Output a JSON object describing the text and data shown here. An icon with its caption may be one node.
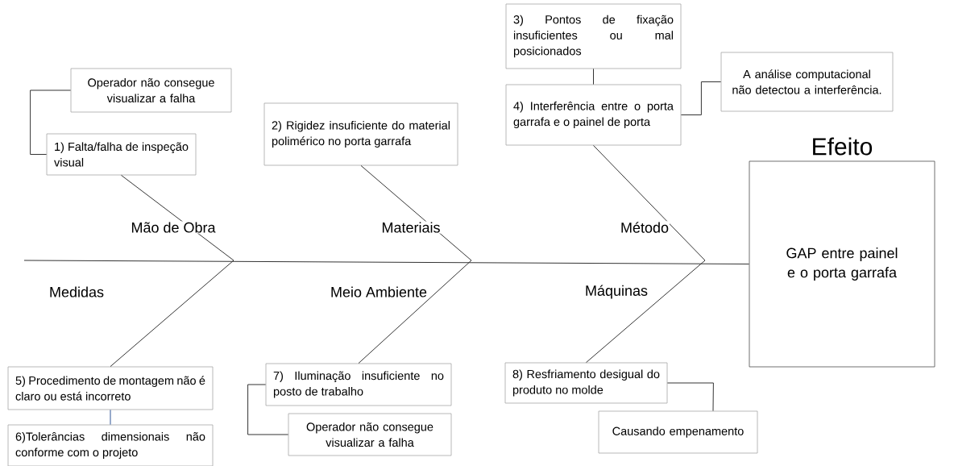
{
  "diagram": {
    "nodes": [
      {
        "text": [
          "Operador não consegue visualizar a falha"
        ]
      },
      {
        "text": [
          "1) Falta/falha de inspeção visual"
        ]
      },
      {
        "text": [
          "2) Rigidez insuficiente do material polimérico no porta garrafa"
        ]
      },
      {
        "text": [
          "3) Pontos de fixação insuficientes ou mal posicionados"
        ]
      },
      {
        "text": [
          "4) Interferência entre o porta garrafa e o painel de porta"
        ]
      },
      {
        "text": [
          "A análise computacional não detectou a interferência."
        ]
      },
      {
        "text": [
          "Efeito",
          "GAP entre painel e o porta garrafa"
        ]
      },
      {
        "text": [
          "5) Procedimento de montagem não é claro ou está incorreto"
        ]
      },
      {
        "text": [
          "6)Tolerâncias dimensionais não conforme com o projeto"
        ]
      },
      {
        "text": [
          "7) Iluminação insuficiente no posto de trabalho"
        ]
      },
      {
        "text": [
          "Operador não consegue visualizar a falha"
        ]
      },
      {
        "text": [
          "8) Resfriamento desigual do produto no molde"
        ]
      },
      {
        "text": [
          "Causando empenamento"
        ]
      }
    ],
    "edges": [
      {
        "from": 1,
        "to": 0,
        "arrow": "none"
      },
      {
        "from": 3,
        "to": 4,
        "arrow": "none"
      },
      {
        "from": 4,
        "to": 5,
        "arrow": "none"
      },
      {
        "from": 7,
        "to": 8,
        "arrow": "none",
        "color": "#2f5597"
      },
      {
        "from": 9,
        "to": 10,
        "arrow": "none"
      },
      {
        "from": 11,
        "to": 12,
        "arrow": "none"
      },
      {
        "from": 1,
        "to": null,
        "arrow": "none"
      },
      {
        "from": 2,
        "to": null,
        "arrow": "none"
      },
      {
        "from": 4,
        "to": null,
        "arrow": "none"
      },
      {
        "from": 7,
        "to": null,
        "arrow": "none"
      },
      {
        "from": 9,
        "to": null,
        "arrow": "none"
      },
      {
        "from": 11,
        "to": null,
        "arrow": "none"
      },
      {
        "from": null,
        "to": 6,
        "arrow": "none"
      }
    ],
    "labels": [
      "Mão de Obra",
      "Materiais",
      "Método",
      "Medidas",
      "Meio Ambiente",
      "Máquinas"
    ]
  }
}
